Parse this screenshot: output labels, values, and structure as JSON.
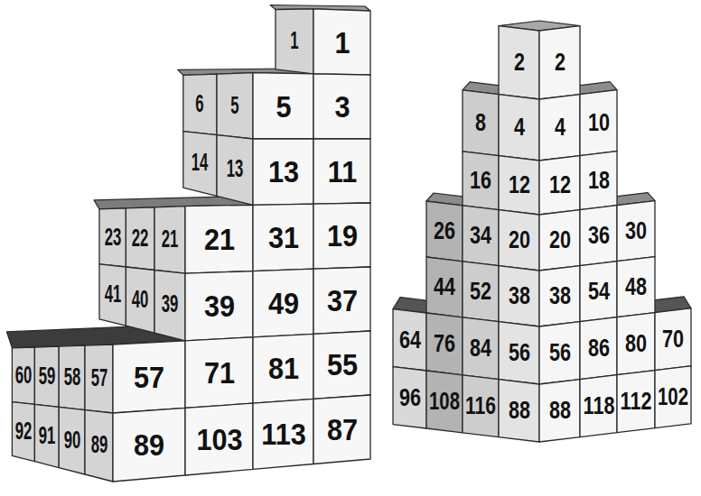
{
  "diagram": {
    "labels": [
      "1",
      "1",
      "6",
      "5",
      "5",
      "3",
      "14",
      "13",
      "13",
      "11",
      "23",
      "22",
      "21",
      "21",
      "31",
      "19",
      "41",
      "40",
      "39",
      "39",
      "49",
      "37",
      "60",
      "59",
      "58",
      "57",
      "57",
      "71",
      "81",
      "55",
      "92",
      "91",
      "90",
      "89",
      "89",
      "103",
      "113",
      "87",
      "2",
      "2",
      "8",
      "4",
      "4",
      "10",
      "16",
      "12",
      "12",
      "18",
      "26",
      "34",
      "20",
      "20",
      "36",
      "30",
      "44",
      "52",
      "38",
      "38",
      "54",
      "48",
      "64",
      "76",
      "84",
      "56",
      "56",
      "86",
      "80",
      "70",
      "96",
      "108",
      "116",
      "88",
      "88",
      "118",
      "112",
      "102"
    ]
  }
}
